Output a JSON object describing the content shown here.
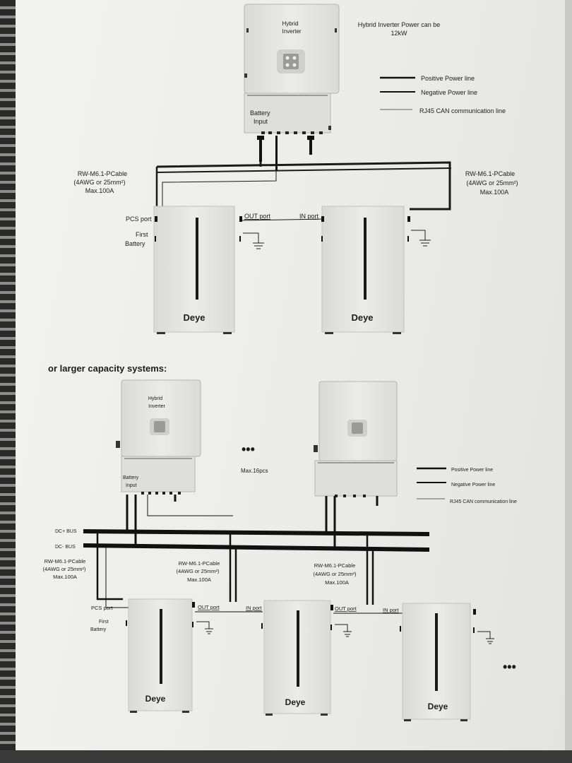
{
  "top": {
    "inverter_title_line1": "Hybrid",
    "inverter_title_line2": "Inverter",
    "battery_input_line1": "Battery",
    "battery_input_line2": "Input",
    "power_note_line1": "Hybrid Inverter Power can be",
    "power_note_line2": "12kW",
    "legend": {
      "positive": "Positive Power line",
      "negative": "Negative Power line",
      "rj45": "RJ45 CAN communication line"
    },
    "cable_left": {
      "line1": "RW-M6.1-PCable",
      "line2": "(4AWG or 25mm²)",
      "line3": "Max.100A"
    },
    "cable_right": {
      "line1": "RW-M6.1-PCable",
      "line2": "(4AWG or 25mm²)",
      "line3": "Max.100A"
    },
    "pcs_port": "PCS port",
    "first_battery_line1": "First",
    "first_battery_line2": "Battery",
    "out_port": "OUT port",
    "in_port": "IN port",
    "brand": "Deye"
  },
  "section_heading": "or larger capacity systems:",
  "bottom": {
    "inverter_title_line1": "Hybrid",
    "inverter_title_line2": "Inverter",
    "battery_input_line1": "Battery",
    "battery_input_line2": "Input",
    "max_pcs": "Max.16pcs",
    "ellipsis": "•••",
    "legend": {
      "positive": "Positive Power line",
      "negative": "Negative Power line",
      "rj45": "RJ45 CAN communication line"
    },
    "dc_plus_bus": "DC+ BUS",
    "dc_minus_bus": "DC- BUS",
    "cable_1": {
      "line1": "RW-M6.1-PCable",
      "line2": "(4AWG or 25mm²)",
      "line3": "Max.100A"
    },
    "cable_2": {
      "line1": "RW-M6.1-PCable",
      "line2": "(4AWG or 25mm²)",
      "line3": "Max.100A"
    },
    "cable_3": {
      "line1": "RW-M6.1-PCable",
      "line2": "(4AWG or 25mm²)",
      "line3": "Max.100A"
    },
    "pcs_port": "PCS port",
    "first_battery_line1": "First",
    "first_battery_line2": "Battery",
    "out_port_1": "OUT port",
    "in_port_1": "IN port",
    "out_port_2": "OUT port",
    "in_port_2": "IN port",
    "brand": "Deye"
  },
  "colors": {
    "line": "#1a1a1a",
    "device": "#e4e4e1",
    "device_edge": "#b9b9b6"
  }
}
